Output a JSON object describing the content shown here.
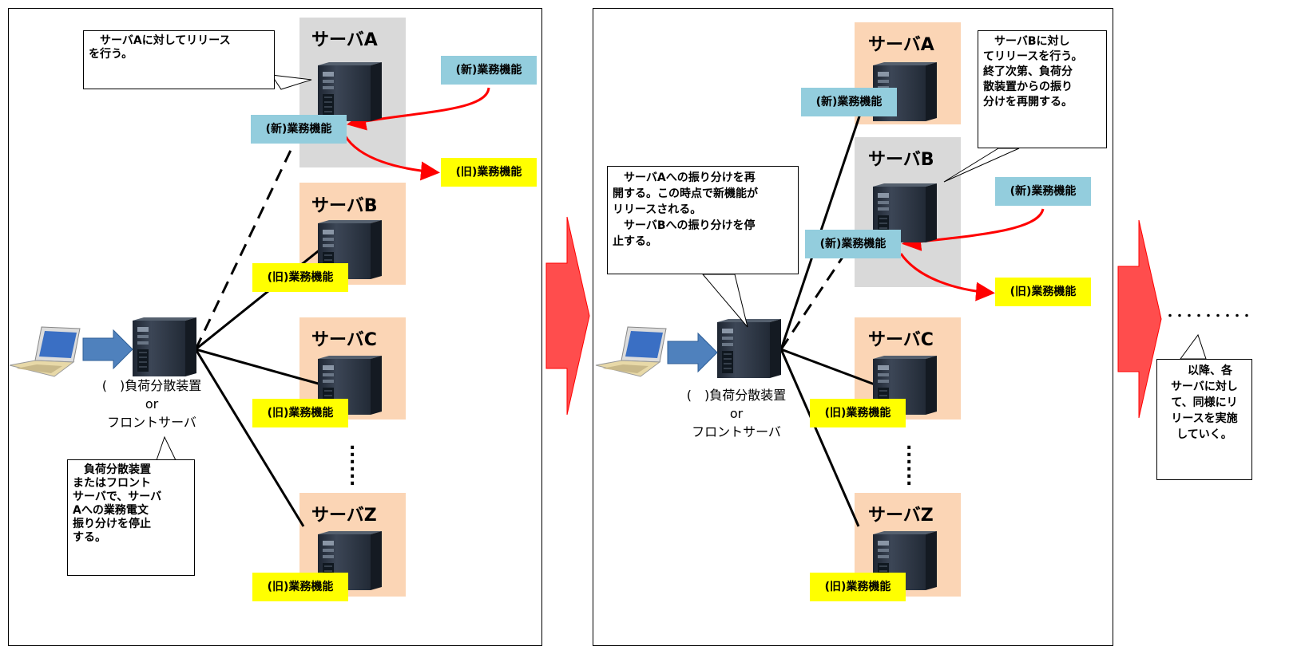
{
  "panel1": {
    "servers": [
      "サーバA",
      "サーバB",
      "サーバC",
      "サーバZ"
    ],
    "callout_a": "　サーバAに対してリリース\nを行う。",
    "new_func_src": "(新)業務機能",
    "new_func_on_server": "(新)業務機能",
    "old_func_removed": "(旧)業務機能",
    "old_func_b": "(旧)業務機能",
    "old_func_c": "(旧)業務機能",
    "old_func_z": "(旧)業務機能",
    "lb_label": "(　)負荷分散装置\nor\nフロントサーバ",
    "callout_lb": "　負荷分散装置\nまたはフロント\nサーバで、サーバ\nAへの業務電文\n振り分けを停止\nする。"
  },
  "panel2": {
    "servers": [
      "サーバA",
      "サーバB",
      "サーバC",
      "サーバZ"
    ],
    "callout_b": "　サーバBに対し\nてリリースを行う。\n終了次第、負荷分\n散装置からの振り\n分けを再開する。",
    "new_func_a": "(新)業務機能",
    "new_func_src": "(新)業務機能",
    "new_func_on_server": "(新)業務機能",
    "old_func_removed": "(旧)業務機能",
    "old_func_c": "(旧)業務機能",
    "old_func_z": "(旧)業務機能",
    "lb_label": "(　)負荷分散装置\nor\nフロントサーバ",
    "callout_lb": "　サーバAへの振り分けを再\n開する。この時点で新機能が\nリリースされる。\n　サーバBへの振り分けを停\n止する。"
  },
  "panel3": {
    "ellipsis": "・・・・・・・・・",
    "callout": "　以降、各\nサーバに対し\nて、同様にリ\nリースを実施\nしていく。"
  },
  "colors": {
    "new_func": "#93cddd",
    "old_func": "#ffff00",
    "server_active": "#d9d9d9",
    "server_idle": "#fbd5b5",
    "arrow_red": "#ff0000",
    "big_arrow": "#ff4d4d",
    "request_arrow": "#4f81bd"
  }
}
